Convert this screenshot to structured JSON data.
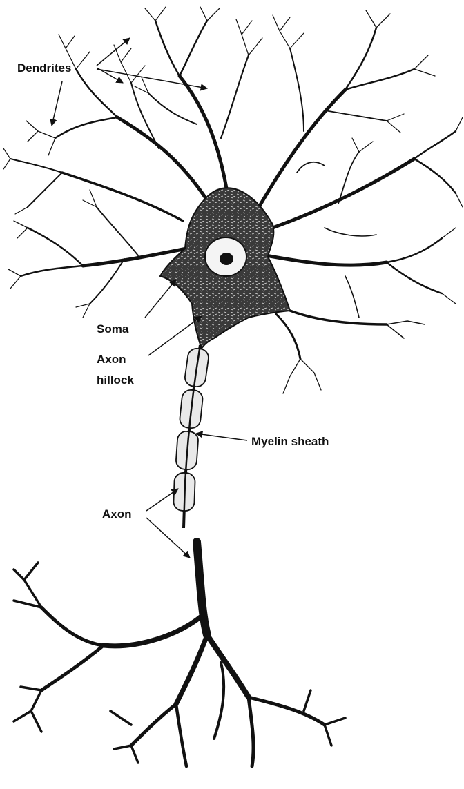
{
  "labels": {
    "dendrites": "Dendrites",
    "soma": "Soma",
    "axon_hillock_line1": "Axon",
    "axon_hillock_line2": "hillock",
    "myelin_sheath": "Myelin sheath",
    "axon": "Axon"
  },
  "colors": {
    "ink": "#111111",
    "cytoplasm": "#2a2a2a",
    "background": "#ffffff"
  }
}
